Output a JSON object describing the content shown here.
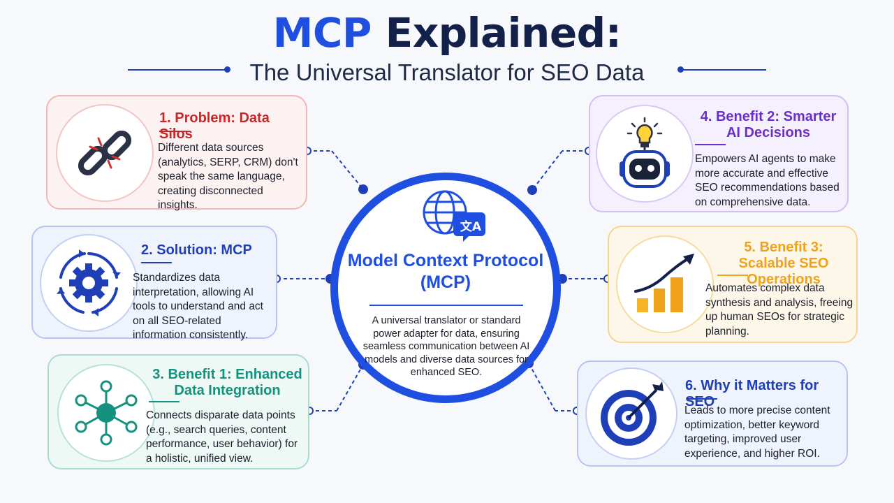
{
  "header": {
    "title_part1": "MCP",
    "title_part2": " Explained:",
    "subtitle": "The Universal Translator for SEO Data"
  },
  "center": {
    "title": "Model Context Protocol (MCP)",
    "description": "A universal translator or standard power adapter for data, ensuring seamless communication between AI models and diverse data sources for enhanced SEO.",
    "icon": "globe-translate-icon"
  },
  "cards": [
    {
      "title": "1. Problem: Data Silos",
      "description": "Different data sources (analytics, SERP, CRM) don't speak the same language, creating disconnected insights.",
      "icon": "broken-link-icon",
      "color": "#c62828"
    },
    {
      "title": "2. Solution: MCP",
      "description": "Standardizes data interpretation, allowing AI tools to understand and act on all SEO-related information consistently.",
      "icon": "gear-cycle-icon",
      "color": "#1f3fb8"
    },
    {
      "title": "3. Benefit 1: Enhanced Data Integration",
      "description": "Connects disparate data points (e.g., search queries, content performance, user behavior) for a holistic, unified view.",
      "icon": "network-hub-icon",
      "color": "#14917f"
    },
    {
      "title": "4. Benefit 2: Smarter AI Decisions",
      "description": "Empowers AI agents to make more accurate and effective SEO recommendations based on comprehensive data.",
      "icon": "robot-lightbulb-icon",
      "color": "#6a2fc7"
    },
    {
      "title": "5. Benefit 3: Scalable SEO Operations",
      "description": "Automates complex data synthesis and analysis, freeing up human SEOs for strategic planning.",
      "icon": "growth-chart-icon",
      "color": "#f0a21a"
    },
    {
      "title": "6. Why it Matters for SEO",
      "description": "Leads to more precise content optimization, better keyword targeting, improved user experience, and higher ROI.",
      "icon": "target-arrow-icon",
      "color": "#1f3fb8"
    }
  ]
}
